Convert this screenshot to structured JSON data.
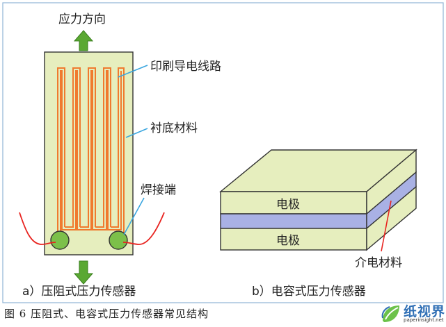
{
  "panel_a": {
    "force_label": "应力方向",
    "printed_circuit_label": "印刷导电线路",
    "substrate_label": "衬底材料",
    "solder_label": "焊接端",
    "caption": "a）压阻式压力传感器"
  },
  "panel_b": {
    "top_electrode_label": "电极",
    "bottom_electrode_label": "电极",
    "dielectric_label": "介电材料",
    "caption": "b）电容式压力传感器"
  },
  "figure_caption": "图 6  压阻式、电容式压力传感器常见结构",
  "watermark": {
    "name": "纸视界",
    "url": "paperinsight.net"
  },
  "colors": {
    "substrate_fill": "#e6eebe",
    "trace": "#f07a2e",
    "arrow": "#5aa832",
    "solder_pad": "#7cc04a",
    "wire": "#e8231f",
    "dielectric": "#a9b1e4",
    "leader_line": "#3aa6df",
    "frame": "#8fb3d6"
  }
}
